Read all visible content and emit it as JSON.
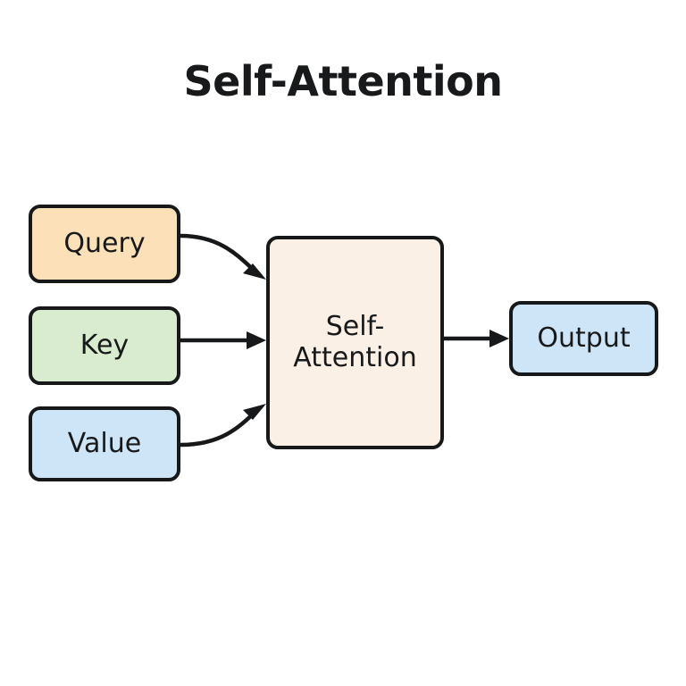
{
  "diagram": {
    "title": "Self-Attention",
    "background_color": "#ffffff",
    "stroke_color": "#17181a",
    "text_color": "#18191a",
    "nodes": [
      {
        "id": "query",
        "label": "Query",
        "fill_color": "#fbe0b8",
        "role": "input"
      },
      {
        "id": "key",
        "label": "Key",
        "fill_color": "#d9ecd0",
        "role": "input"
      },
      {
        "id": "value",
        "label": "Value",
        "fill_color": "#cde5f7",
        "role": "input"
      },
      {
        "id": "self-attention",
        "label_line1": "Self-",
        "label_line2": "Attention",
        "fill_color": "#faf0e6",
        "role": "process"
      },
      {
        "id": "output",
        "label": "Output",
        "fill_color": "#cde5f7",
        "role": "output"
      }
    ],
    "edges": [
      {
        "id": "query-to-self-attention",
        "from": "query",
        "to": "self-attention",
        "shape": "curve-down"
      },
      {
        "id": "key-to-self-attention",
        "from": "key",
        "to": "self-attention",
        "shape": "straight"
      },
      {
        "id": "value-to-self-attention",
        "from": "value",
        "to": "self-attention",
        "shape": "curve-up"
      },
      {
        "id": "self-attention-to-output",
        "from": "self-attention",
        "to": "output",
        "shape": "straight"
      }
    ]
  }
}
